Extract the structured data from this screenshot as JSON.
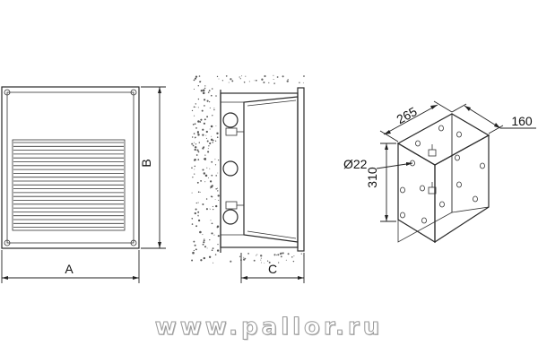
{
  "views": {
    "front": {
      "dim_width": "A",
      "dim_height": "B"
    },
    "side": {
      "dim_depth": "C"
    },
    "box": {
      "dim_length": "265",
      "dim_depth": "160",
      "dim_height": "310",
      "dim_hole": "Ø22"
    }
  },
  "watermark": "www.pallor.ru",
  "colors": {
    "line": "#2a2a2a",
    "paper": "#ffffff"
  }
}
